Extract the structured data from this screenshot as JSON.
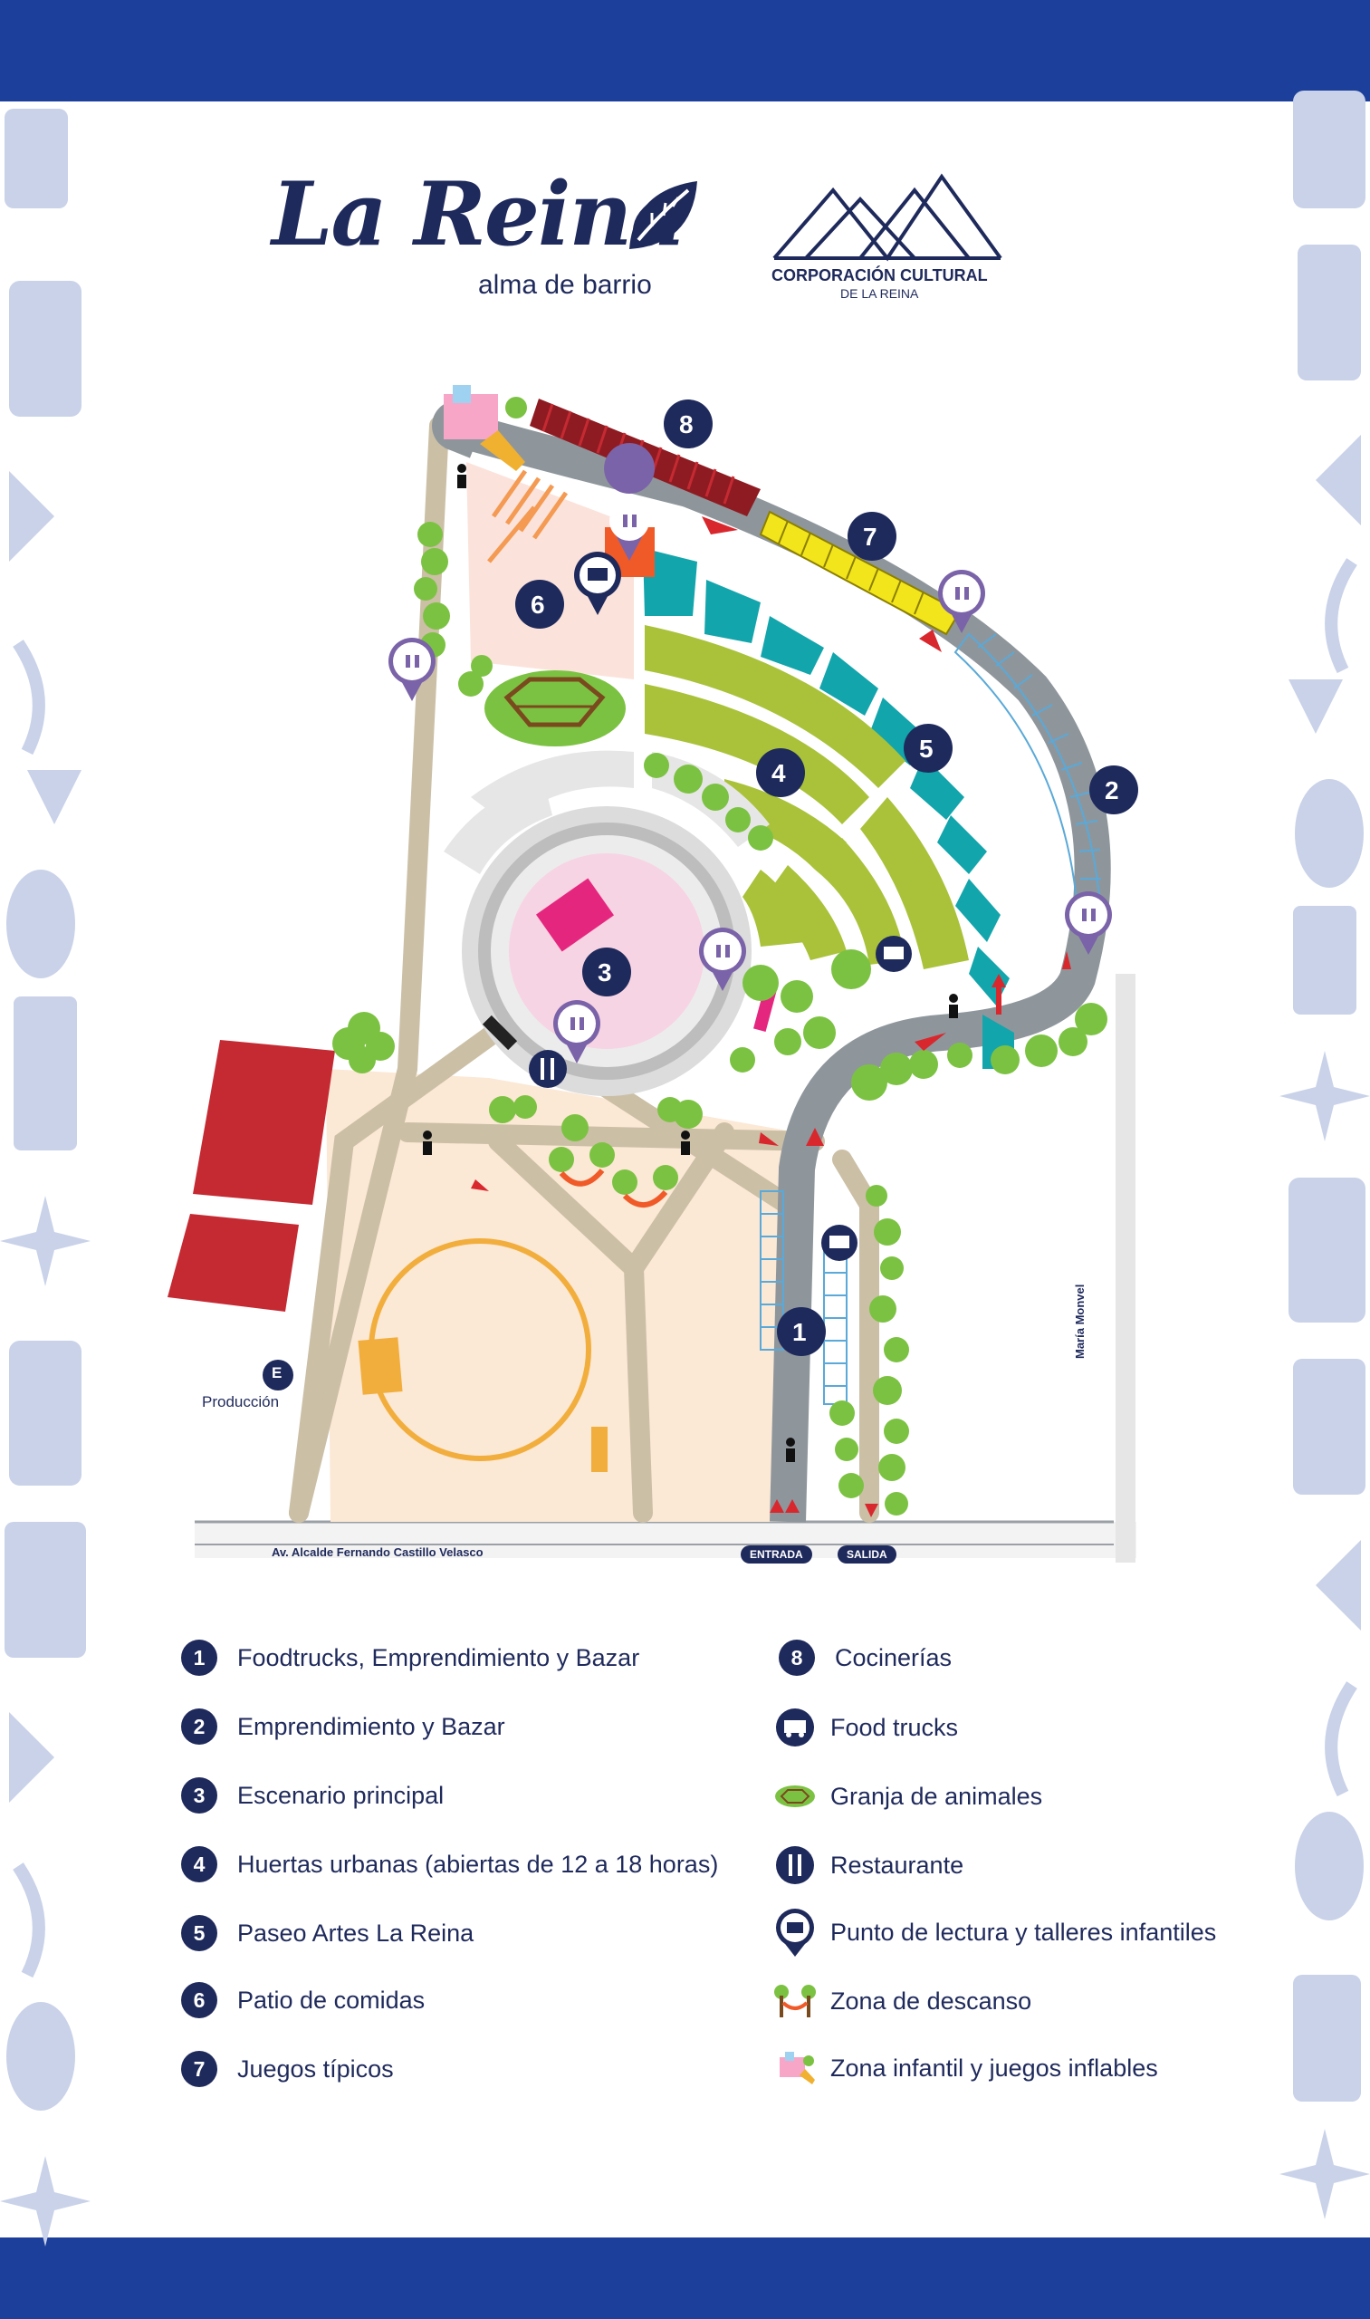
{
  "header": {
    "brand_main": "La Reina",
    "brand_sub": "alma de barrio",
    "partner_line1": "CORPORACIÓN CULTURAL",
    "partner_line2": "DE LA REINA"
  },
  "map": {
    "zone_markers": [
      "8",
      "7",
      "6",
      "5",
      "4",
      "3",
      "2",
      "1"
    ],
    "production_marker": "E",
    "production_label": "Producción",
    "street_main": "Av. Alcalde Fernando Castillo Velasco",
    "street_side": "María Monvel",
    "entrance_label": "ENTRADA",
    "exit_label": "SALIDA"
  },
  "legend": {
    "left": [
      {
        "num": "1",
        "label": "Foodtrucks, Emprendimiento y Bazar"
      },
      {
        "num": "2",
        "label": "Emprendimiento y Bazar"
      },
      {
        "num": "3",
        "label": "Escenario principal"
      },
      {
        "num": "4",
        "label": "Huertas urbanas (abiertas de 12 a 18 horas)"
      },
      {
        "num": "5",
        "label": "Paseo Artes La Reina"
      },
      {
        "num": "6",
        "label": "Patio de comidas"
      },
      {
        "num": "7",
        "label": "Juegos típicos"
      }
    ],
    "right": [
      {
        "num": "8",
        "label": "Cocinerías"
      },
      {
        "icon": "food-truck-icon",
        "label": "Food trucks"
      },
      {
        "icon": "animal-farm-icon",
        "label": "Granja de animales"
      },
      {
        "icon": "restaurant-icon",
        "label": "Restaurante"
      },
      {
        "icon": "reading-point-icon",
        "label": "Punto de lectura y talleres infantiles"
      },
      {
        "icon": "rest-zone-icon",
        "label": "Zona de descanso"
      },
      {
        "icon": "inflatable-games-icon",
        "label": "Zona infantil y juegos inflables"
      }
    ]
  },
  "colors": {
    "navy": "#1f2a5c",
    "blue_band": "#1b3f9a",
    "road": "#8e969c",
    "path": "#cbbfa6",
    "plaza": "#fbe8d5",
    "green": "#a9c23a",
    "teal": "#13a5ac",
    "red": "#c52a32",
    "yellow": "#f2e51c",
    "orange": "#f0a93a",
    "stage_pink": "#f7d4e3",
    "stage_magenta": "#e5267f",
    "trees": "#7cc242"
  }
}
